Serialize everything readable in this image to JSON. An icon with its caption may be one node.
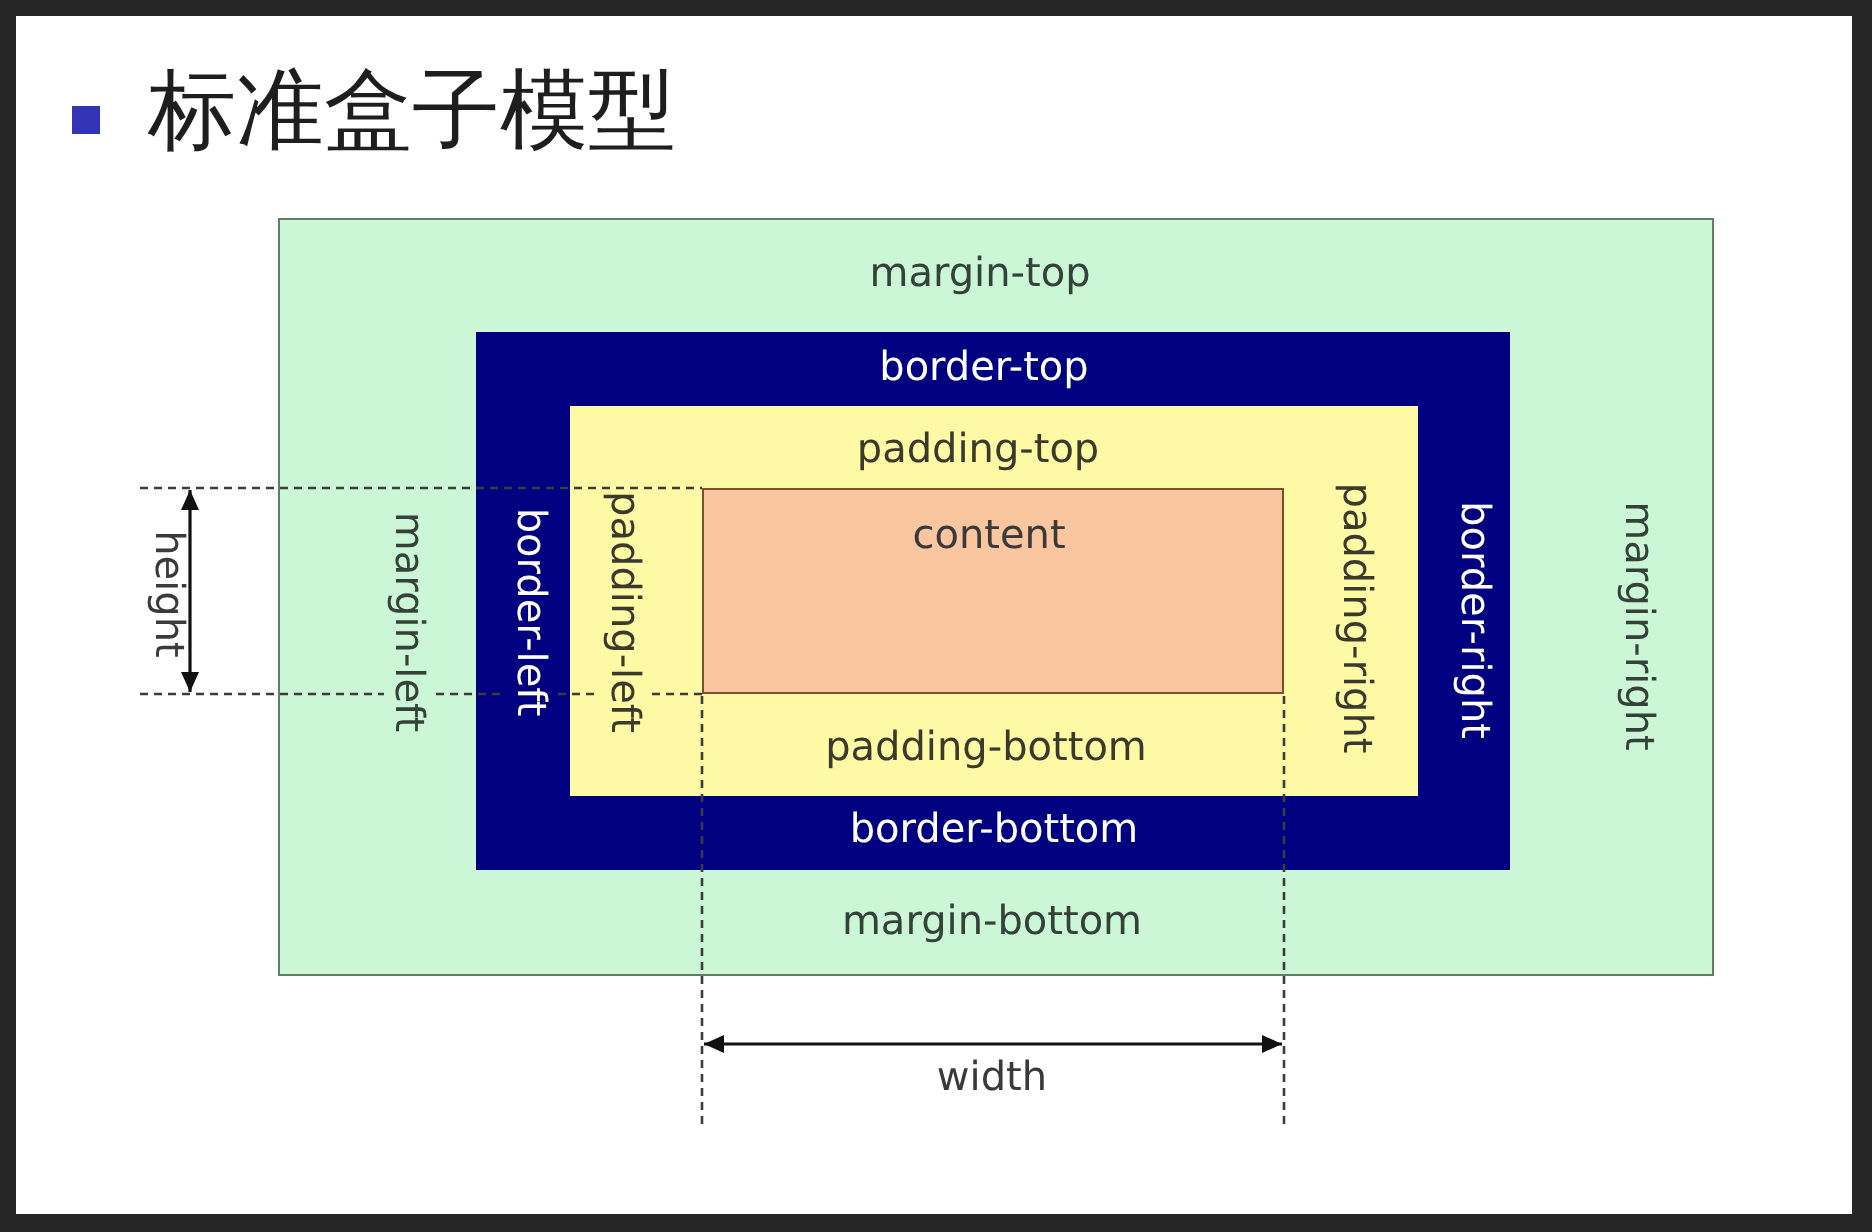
{
  "diagram": {
    "title": "标准盒子模型",
    "nodes": [
      {
        "text": [
          "margin-top",
          "margin-left",
          "margin-right",
          "margin-bottom"
        ]
      },
      {
        "text": [
          "border-top",
          "border-left",
          "border-right",
          "border-bottom"
        ],
        "in": 0
      },
      {
        "text": [
          "padding-top",
          "padding-left",
          "padding-right",
          "padding-bottom"
        ],
        "in": 1
      },
      {
        "text": [
          "content"
        ],
        "in": 2
      }
    ],
    "labels": [
      "height",
      "width"
    ]
  }
}
